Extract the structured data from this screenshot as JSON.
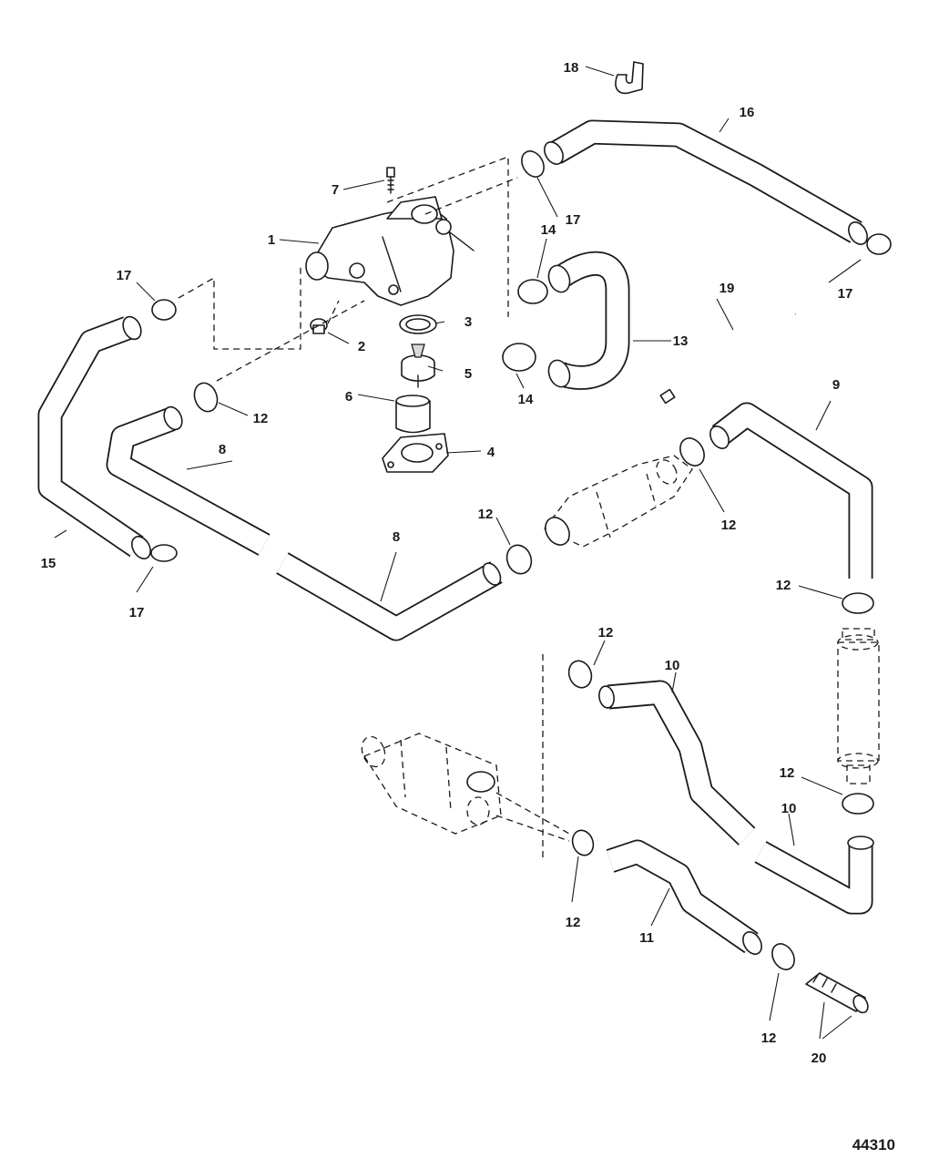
{
  "figure_number": "44310",
  "callouts": {
    "c1": "1",
    "c2": "2",
    "c3": "3",
    "c4": "4",
    "c5": "5",
    "c6": "6",
    "c7": "7",
    "c8a": "8",
    "c8b": "8",
    "c9": "9",
    "c10a": "10",
    "c10b": "10",
    "c11": "11",
    "c12a": "12",
    "c12b": "12",
    "c12c": "12",
    "c12d": "12",
    "c12e": "12",
    "c12f": "12",
    "c12g": "12",
    "c12h": "12",
    "c13": "13",
    "c14a": "14",
    "c14b": "14",
    "c15": "15",
    "c16": "16",
    "c17a": "17",
    "c17b": "17",
    "c17c": "17",
    "c17d": "17",
    "c18": "18",
    "c19": "19",
    "c20": "20"
  }
}
